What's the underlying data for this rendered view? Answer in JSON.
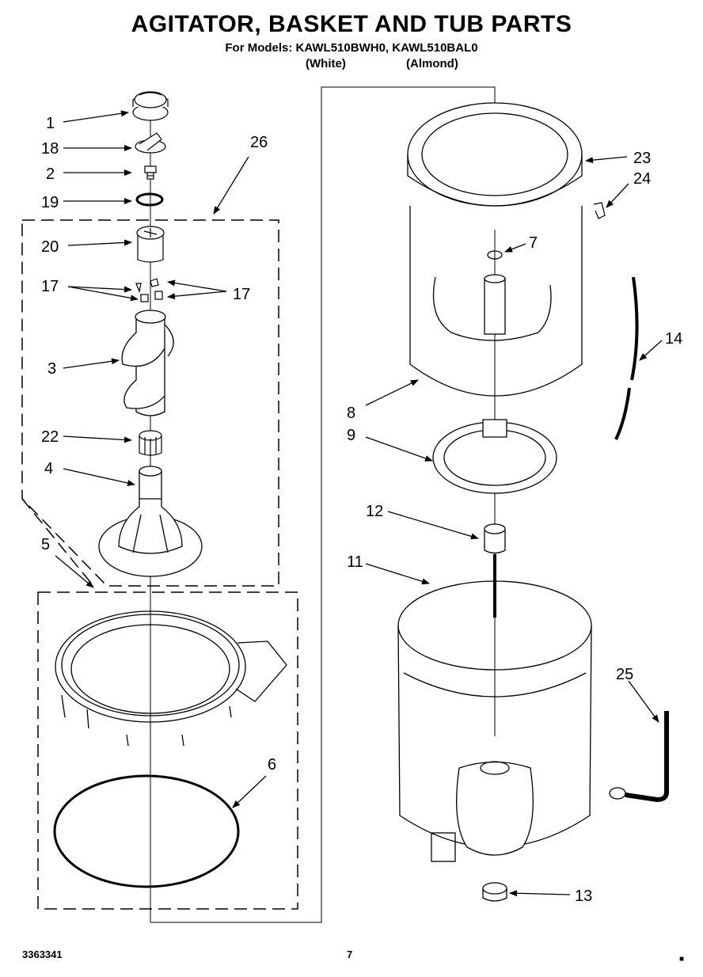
{
  "header": {
    "title": "AGITATOR, BASKET AND TUB PARTS",
    "models": "For Models: KAWL510BWH0, KAWL510BAL0",
    "color_white": "(White)",
    "color_almond": "(Almond)"
  },
  "callouts": {
    "c1": "1",
    "c18": "18",
    "c2": "2",
    "c19": "19",
    "c26": "26",
    "c20": "20",
    "c17a": "17",
    "c17b": "17",
    "c3": "3",
    "c22": "22",
    "c4": "4",
    "c5": "5",
    "c6": "6",
    "c23": "23",
    "c24": "24",
    "c7": "7",
    "c14": "14",
    "c8": "8",
    "c9": "9",
    "c12": "12",
    "c11": "11",
    "c25": "25",
    "c13": "13"
  },
  "footer": {
    "doc_number": "3363341",
    "page": "7",
    "mark": "■"
  }
}
